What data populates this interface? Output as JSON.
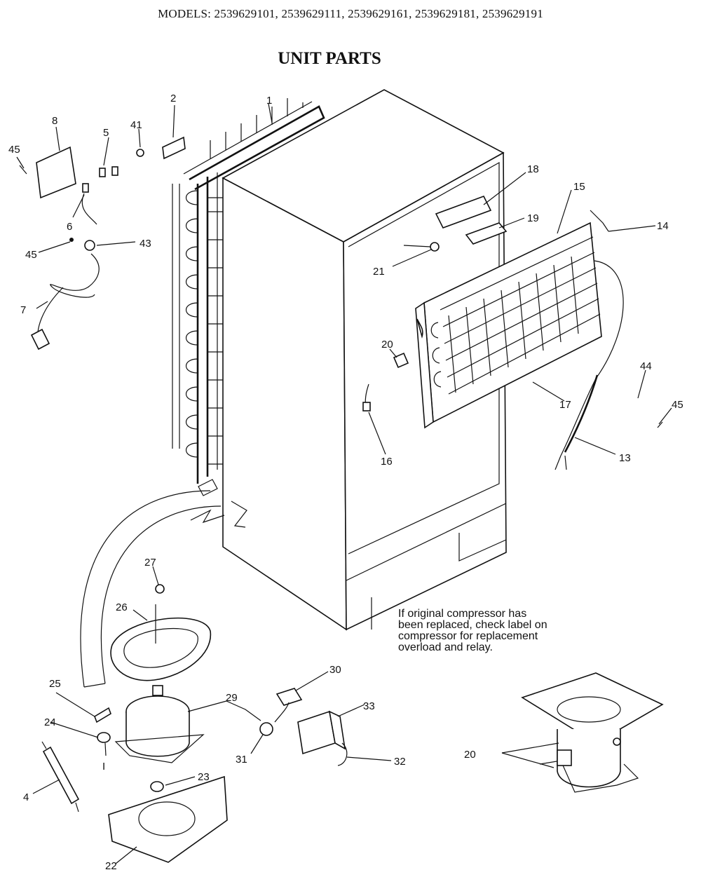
{
  "header": {
    "models": "MODELS: 2539629101, 2539629111, 2539629161, 2539629181, 2539629191"
  },
  "title": "UNIT PARTS",
  "note": {
    "line1": "If original compressor has",
    "line2": "been replaced, check label on",
    "line3": "compressor for replacement",
    "line4": "overload and relay."
  },
  "callouts": {
    "c1": "1",
    "c2": "2",
    "c4": "4",
    "c5": "5",
    "c6": "6",
    "c7": "7",
    "c8": "8",
    "c13": "13",
    "c14": "14",
    "c15": "15",
    "c16": "16",
    "c17": "17",
    "c18": "18",
    "c19": "19",
    "c20a": "20",
    "c20b": "20",
    "c21": "21",
    "c22": "22",
    "c23": "23",
    "c24": "24",
    "c25": "25",
    "c26": "26",
    "c27": "27",
    "c29": "29",
    "c30": "30",
    "c31": "31",
    "c32": "32",
    "c33": "33",
    "c41": "41",
    "c43": "43",
    "c44": "44",
    "c45a": "45",
    "c45b": "45",
    "c45c": "45",
    "cI": "I"
  }
}
